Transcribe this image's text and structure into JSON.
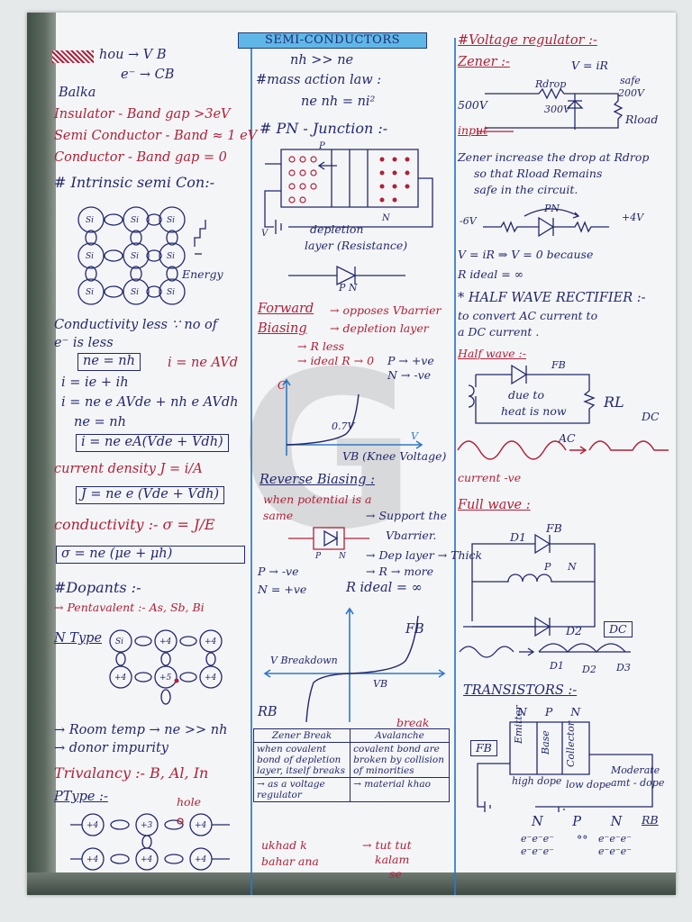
{
  "title": "SEMI-CONDUCTORS",
  "left": {
    "line_hole": "hou → V B",
    "line_e": "e⁻ → CB",
    "word_balka": "Balka",
    "insulator": "Insulator - Band gap >3eV",
    "semiconductor": "Semi Conductor - Band ≈ 1 eV",
    "conductor": "Conductor - Band gap = 0",
    "intrinsic_heading": "# Intrinsic semi Con:-",
    "energy_label": "Energy",
    "cond_less_1": "Conductivity less ∵ no of",
    "cond_less_2": "e⁻ is less",
    "ne_nh_box": "ne = nh",
    "i_nevd": "i = ne AVd",
    "i_sum": "i = ie + ih",
    "i_expand": "i = ne e AVde + nh e AVdh",
    "ne_nh2": "ne = nh",
    "i_final_box": "i = ne eA(Vde + Vdh)",
    "current_density": "current density J = i/A",
    "j_box": "J = ne e (Vde + Vdh)",
    "conductivity": "conductivity :- σ = J/E",
    "sigma_box": "σ = ne (μe + μh)",
    "dopants_heading": "#Dopants :-",
    "pentavalent": "→ Pentavalent :- As, Sb, Bi",
    "ntype": "N Type",
    "room_temp": "→ Room temp → ne >> nh",
    "donor": "→ donor impurity",
    "trivalancy": "Trivalancy :- B, Al, In",
    "ptype": "PType :-",
    "hole_label": "hole"
  },
  "middle": {
    "nh_ne": "nh >> ne",
    "mass_action": "#mass action law :",
    "mass_formula": "ne nh = ni²",
    "pn_heading": "# PN - Junction :-",
    "depletion_1": "depletion",
    "depletion_2": "layer (Resistance)",
    "pn_labels": "P N",
    "forward": "Forward",
    "biasing": "Biasing",
    "fb_1": "→ opposes Vbarrier",
    "fb_2": "→ depletion layer",
    "fb_3": "→ R less",
    "fb_4": "→ ideal R → 0",
    "p_ve": "P → +ve",
    "n_ve": "N → -ve",
    "knee_value": "0.7V",
    "knee_label": "VB (Knee Voltage)",
    "reverse_heading": "Reverse Biasing :",
    "rb_1": "when potential is a",
    "rb_2": "same",
    "rb_3": "→ Support the",
    "rb_4": "Vbarrier.",
    "rb_5": "→ Dep layer → Thick",
    "rb_6": "→ R → more",
    "rb_7": "R ideal = ∞",
    "rb_p": "P → -ve",
    "rb_n": "N = +ve",
    "fb_curve": "FB",
    "rb_curve": "RB",
    "v_breakdown": "V Breakdown",
    "vb_small": "VB",
    "table_h1": "Zener Break",
    "table_h2": "Avalanche",
    "table_h2_top": "break",
    "table_c1": "when covalent bond of depletion layer, itself breaks",
    "table_c2": "covalent bond are broken by collision of minorities",
    "table_c3": "→ as a voltage regulator",
    "table_c4": "→ material khao",
    "footer_1": "ukhad k",
    "footer_2": "bahar ana",
    "footer_3": "→ tut tut",
    "footer_4": "kalam",
    "footer_5": "se"
  },
  "right": {
    "voltage_reg": "#Voltage regulator :-",
    "zener_word": "Zener :-",
    "v_ir": "V = iR",
    "rdrop": "Rdrop",
    "safe": "safe",
    "safe_val": "200V",
    "v500": "500V",
    "v300": "300V",
    "input": "input",
    "rload": "Rload",
    "zener_text_1": "Zener increase the drop at Rdrop",
    "zener_text_2": "so that Rload Remains",
    "zener_text_3": "safe in the circuit.",
    "minus6": "-6V",
    "plus4": "+4V",
    "pn_small": "PN",
    "v_ir_zero": "V = iR ⇒ V = 0 because",
    "rideal_inf": "R ideal = ∞",
    "hwr_1": "* HALF WAVE RECTIFIER :-",
    "hwr_2": "to convert AC current to",
    "hwr_3": "a DC current .",
    "half_wave": "Half wave :-",
    "fb": "FB",
    "due_to": "due to",
    "heat": "heat is now",
    "rl": "RL",
    "dc": "DC",
    "ac": "AC",
    "current_ve": "current -ve",
    "full_wave": "Full wave :",
    "d1": "D1",
    "d2": "D2",
    "fb2": "FB",
    "d_p": "P",
    "d_n": "N",
    "dc_box": "DC",
    "d1b": "D1",
    "d2b": "D2",
    "d3": "D3",
    "transistors": "TRANSISTORS :-",
    "npn": "N P N",
    "emitter": "Emitter",
    "base": "Base",
    "collector": "Collector",
    "high_dope": "high dope",
    "low_dope": "low dope",
    "moderate": "Moderate",
    "amt_dope": "amt - dope",
    "fb3": "FB",
    "rb": "RB",
    "npn2": "N P N",
    "e_row1": "e⁻e⁻e⁻",
    "e_row2": "e⁻e⁻e⁻",
    "dots": "°°",
    "e_row3": "e⁻e⁻e⁻",
    "e_row4": "e⁻e⁻e⁻"
  },
  "watermark": "G"
}
